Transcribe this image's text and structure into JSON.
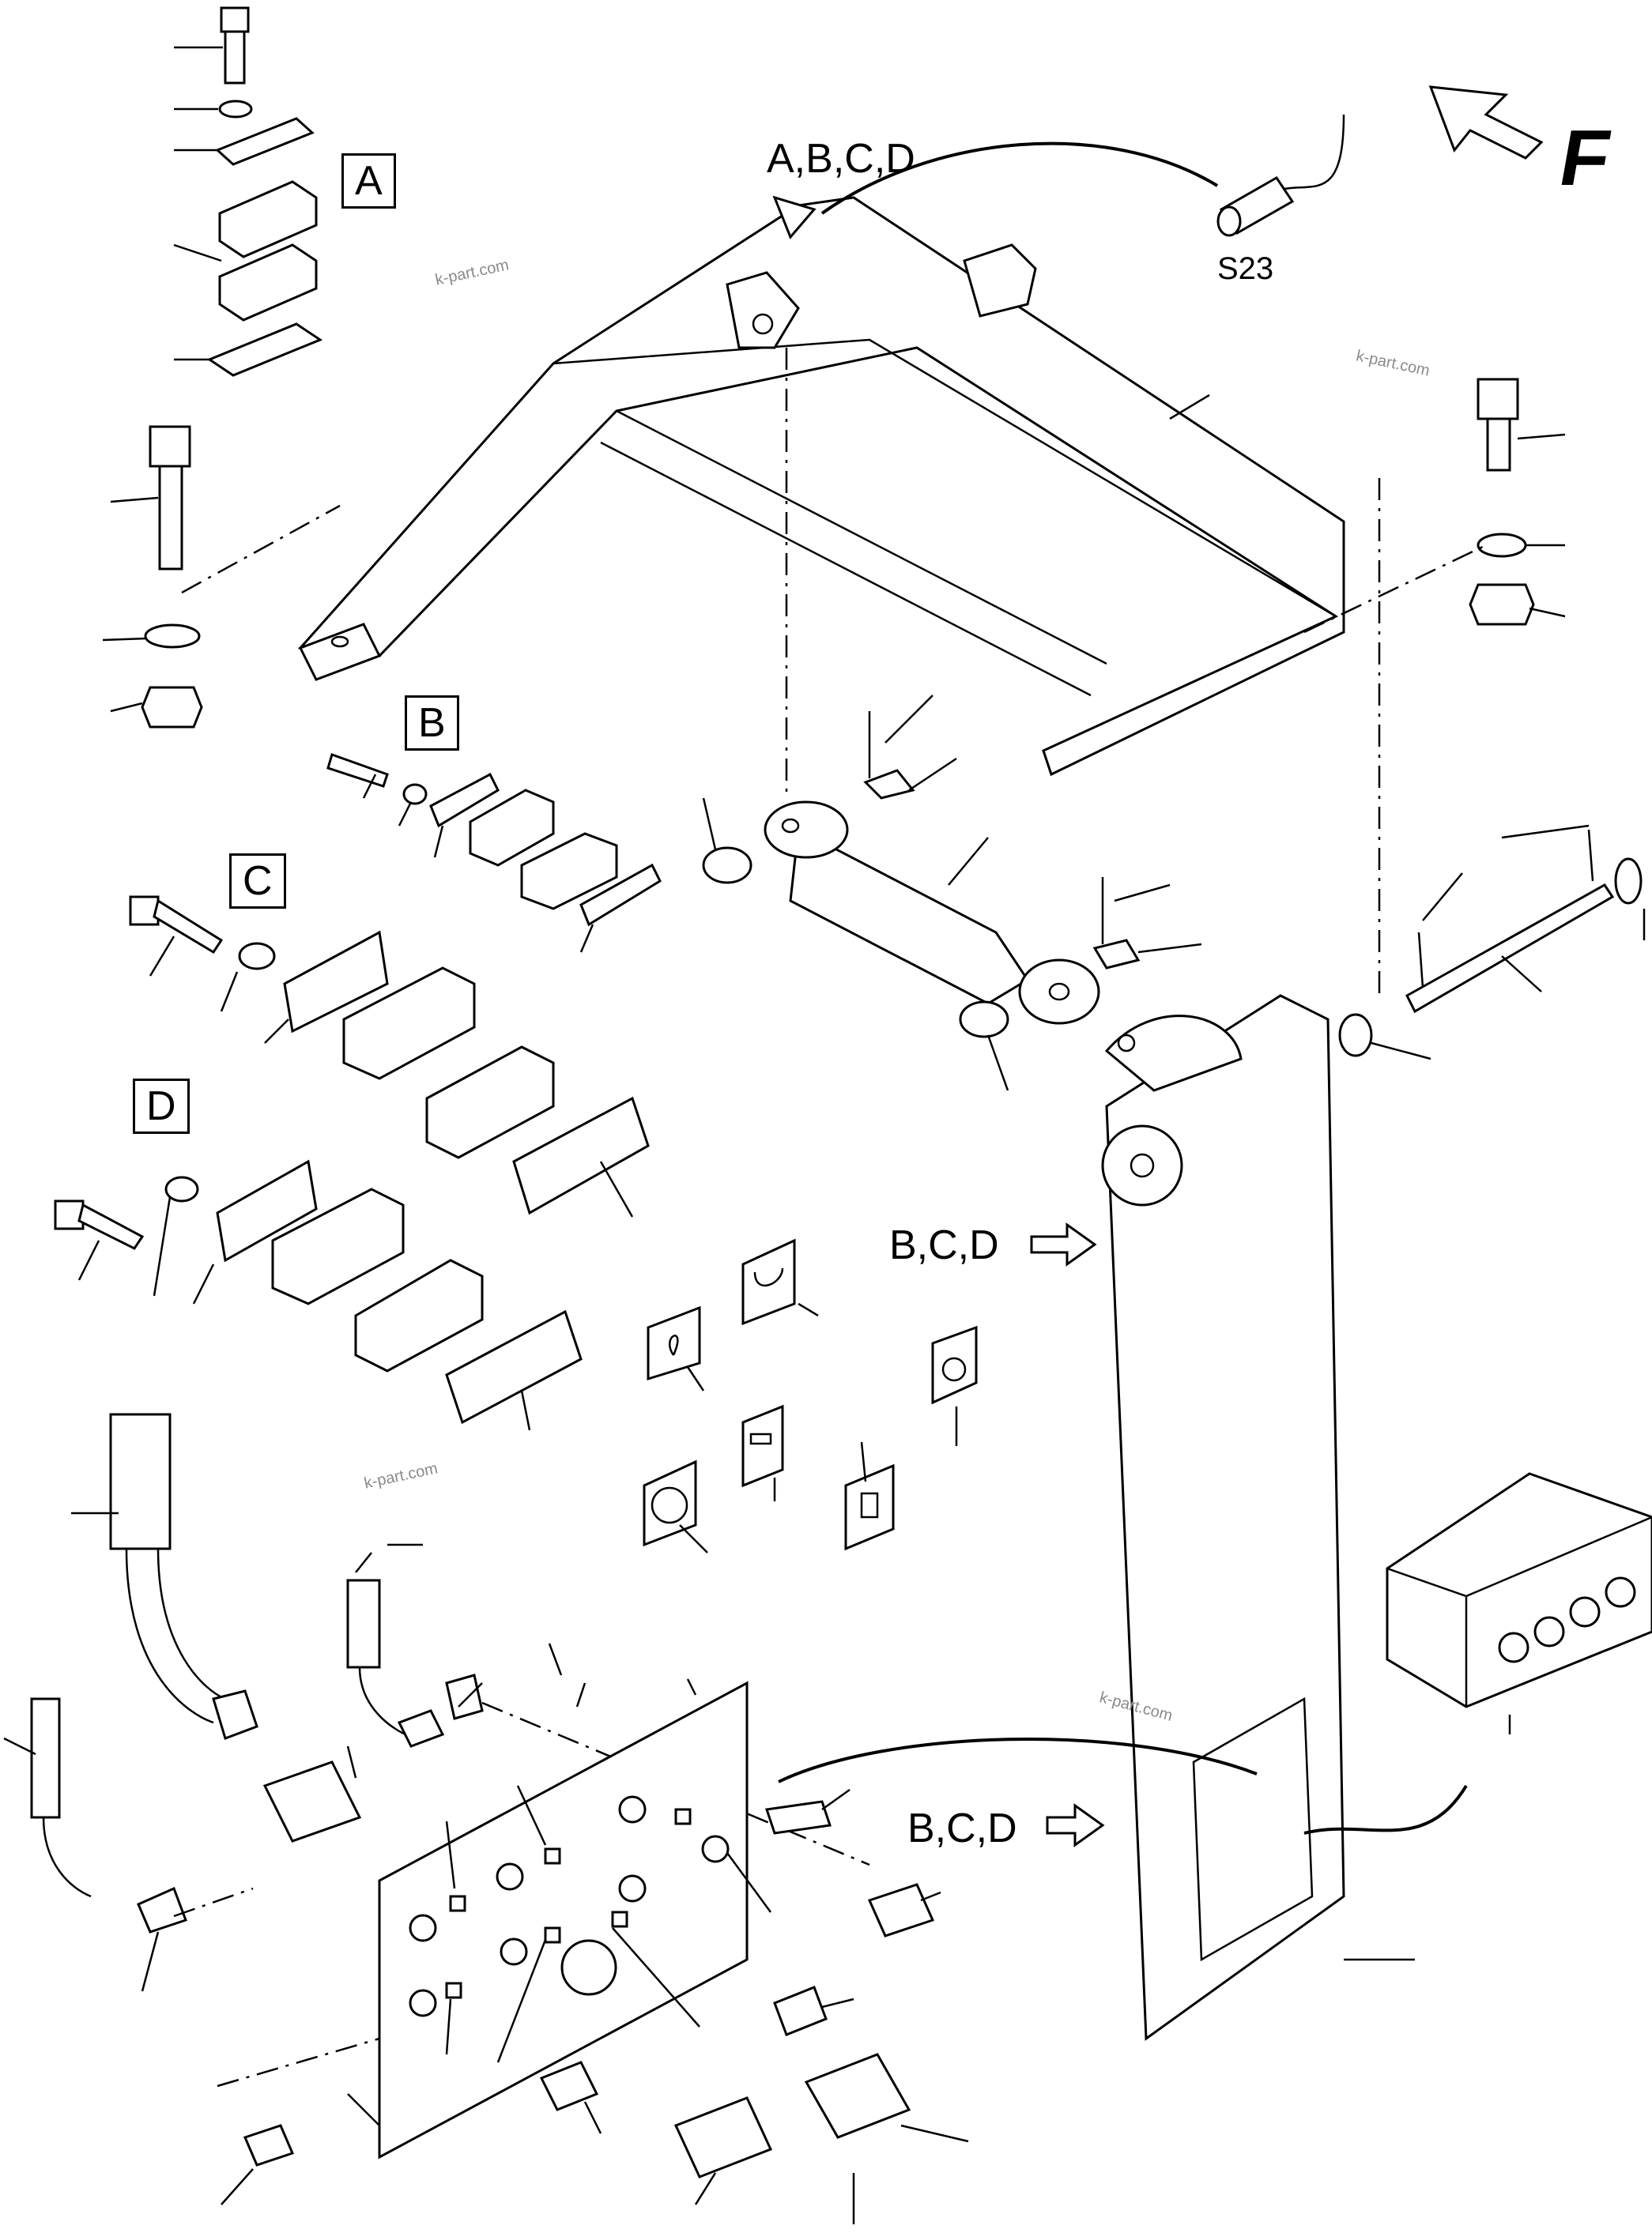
{
  "labels": {
    "box_a": "A",
    "box_b": "B",
    "box_c": "C",
    "box_d": "D",
    "view_abcd": "A,B,C,D",
    "sensor": "S23",
    "view_bcd_1": "B,C,D",
    "view_bcd_2": "B,C,D",
    "direction_letter": "F"
  },
  "watermarks": [
    "k-part.com",
    "k-part.com",
    "k-part.com",
    "k-part.com"
  ],
  "colors": {
    "line": "#000000",
    "background": "#ffffff",
    "watermark": "#8a8a8a"
  }
}
